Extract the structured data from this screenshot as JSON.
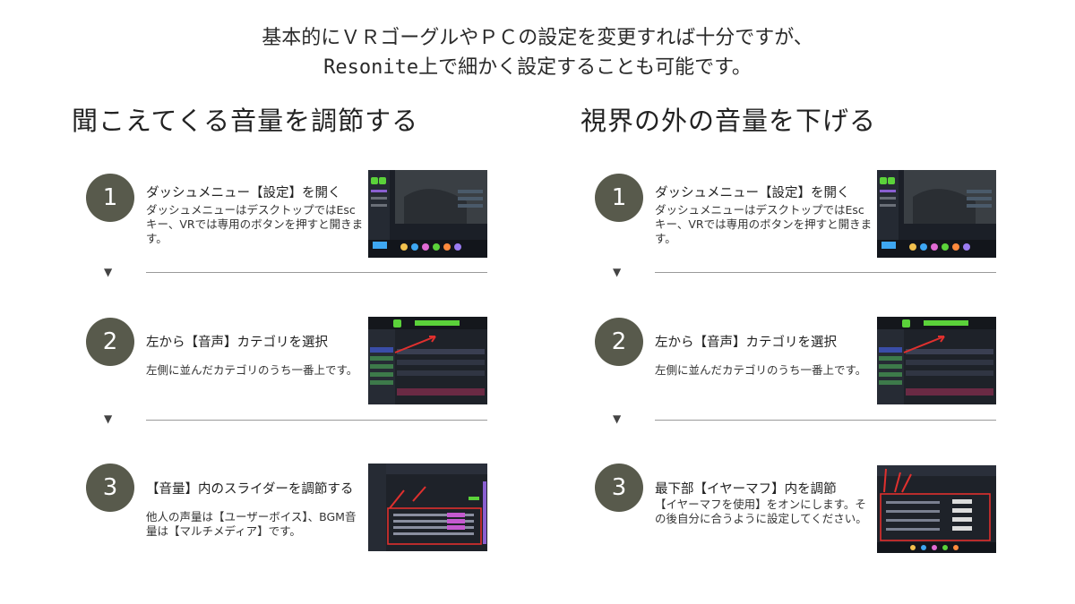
{
  "intro": {
    "line1": "基本的にＶＲゴーグルやＰＣの設定を変更すれば十分ですが、",
    "line2": "Resonite上で細かく設定することも可能です。"
  },
  "sections": [
    {
      "title": "聞こえてくる音量を調節する",
      "steps": [
        {
          "number": "1",
          "title": "ダッシュメニュー【設定】を開く",
          "desc": "ダッシュメニューはデスクトップではEscキー、VRでは専用のボタンを押すと開きます。"
        },
        {
          "number": "2",
          "title": "左から【音声】カテゴリを選択",
          "desc": "左側に並んだカテゴリのうち一番上です。"
        },
        {
          "number": "3",
          "title": "【音量】内のスライダーを調節する",
          "desc": "他人の声量は【ユーザーボイス】、BGM音量は【マルチメディア】です。"
        }
      ]
    },
    {
      "title": "視界の外の音量を下げる",
      "steps": [
        {
          "number": "1",
          "title": "ダッシュメニュー【設定】を開く",
          "desc": "ダッシュメニューはデスクトップではEscキー、VRでは専用のボタンを押すと開きます。"
        },
        {
          "number": "2",
          "title": "左から【音声】カテゴリを選択",
          "desc": "左側に並んだカテゴリのうち一番上です。"
        },
        {
          "number": "3",
          "title": "最下部【イヤーマフ】内を調節",
          "desc": "【イヤーマフを使用】をオンにします。その後自分に合うように設定してください。"
        }
      ]
    }
  ],
  "arrow_glyph": "▼",
  "colors": {
    "circle": "#585a4c",
    "screen_bg": "#1b1f27",
    "highlight_red": "#e0302e",
    "accent_green": "#5bd23a"
  }
}
